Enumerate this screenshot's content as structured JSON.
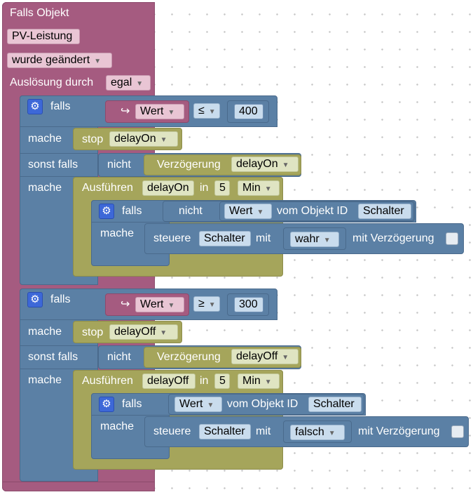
{
  "event": {
    "title": "Falls Objekt",
    "object": "PV-Leistung",
    "trigger": "wurde geändert",
    "trigger_by_label": "Auslösung durch",
    "trigger_by_value": "egal"
  },
  "if_block_1": {
    "falls": "falls",
    "arrow": "↪",
    "value_var": "Wert",
    "operator": "≤",
    "number": "400",
    "mache": "mache",
    "stop_label": "stop",
    "stop_timer": "delayOn",
    "sonst_falls": "sonst falls",
    "nicht": "nicht",
    "timer_label": "Verzögerung",
    "timer_name": "delayOn",
    "mache2": "mache",
    "exec_label": "Ausführen",
    "exec_timer": "delayOn",
    "exec_in": "in",
    "exec_num": "5",
    "exec_unit": "Min",
    "inner_if": {
      "falls": "falls",
      "nicht": "nicht",
      "value": "Wert",
      "from_obj": "vom Objekt ID",
      "obj_id": "Schalter",
      "mache": "mache",
      "control": "steuere",
      "target": "Schalter",
      "mit": "mit",
      "val": "wahr",
      "delay_label": "mit Verzögerung"
    }
  },
  "if_block_2": {
    "falls": "falls",
    "arrow": "↪",
    "value_var": "Wert",
    "operator": "≥",
    "number": "300",
    "mache": "mache",
    "stop_label": "stop",
    "stop_timer": "delayOff",
    "sonst_falls": "sonst falls",
    "nicht": "nicht",
    "timer_label": "Verzögerung",
    "timer_name": "delayOff",
    "mache2": "mache",
    "exec_label": "Ausführen",
    "exec_timer": "delayOff",
    "exec_in": "in",
    "exec_num": "5",
    "exec_unit": "Min",
    "inner_if": {
      "falls": "falls",
      "value": "Wert",
      "from_obj": "vom Objekt ID",
      "obj_id": "Schalter",
      "mache": "mache",
      "control": "steuere",
      "target": "Schalter",
      "mit": "mit",
      "val": "falsch",
      "delay_label": "mit Verzögerung"
    }
  },
  "colors": {
    "event_block": "#a55b80",
    "logic_block": "#5b80a5",
    "timer_block": "#a5a55b",
    "gear": "#3d68d8"
  },
  "icons": {
    "settings": "gear-icon",
    "dropdown": "dropdown-arrow-icon",
    "return": "return-arrow-icon"
  }
}
